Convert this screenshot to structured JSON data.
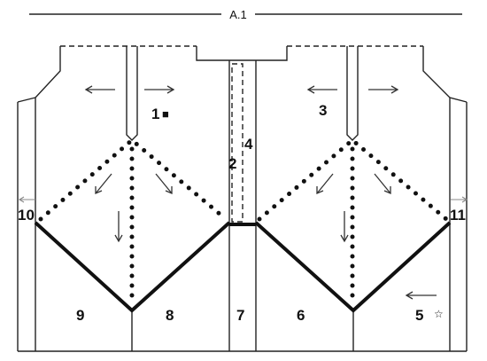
{
  "title": "A.1",
  "labels": {
    "n1": "1",
    "n2": "2",
    "n3": "3",
    "n4": "4",
    "n5": "5",
    "n6": "6",
    "n7": "7",
    "n8": "8",
    "n9": "9",
    "n10": "10",
    "n11": "11"
  },
  "symbols": {
    "square": "■",
    "star": "☆"
  }
}
